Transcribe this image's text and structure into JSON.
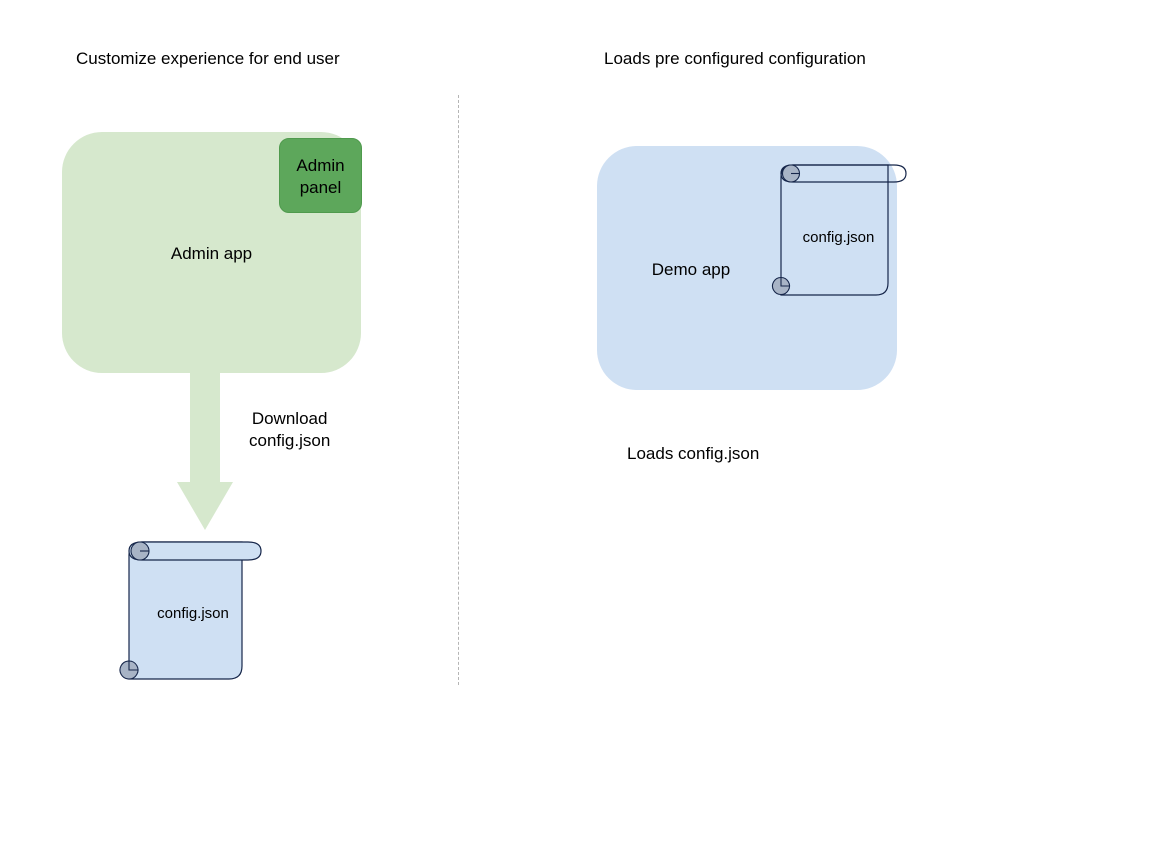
{
  "diagram": {
    "title_left": "Customize experience for end user",
    "title_right": "Loads pre configured configuration",
    "colors": {
      "admin_app_fill": "#d6e8cd",
      "admin_panel_fill": "#5da75b",
      "demo_app_fill": "#cfe0f3",
      "scroll_fill": "#cfe0f3",
      "scroll_stroke": "#16264a",
      "scroll_curl_fill": "#a8b4c6",
      "arrow_fill": "#d6e8cd",
      "divider_stroke": "#b5b5b5",
      "text": "#000000"
    }
  },
  "left_panel": {
    "caption": "Customize experience for end user",
    "admin_app": {
      "label": "Admin app"
    },
    "admin_panel": {
      "label": "Admin\npanel"
    },
    "arrow": {
      "label": "Download\nconfig.json",
      "direction": "down"
    },
    "config_file": {
      "label": "config.json"
    }
  },
  "right_panel": {
    "caption": "Loads pre configured configuration",
    "demo_app": {
      "label": "Demo app"
    },
    "config_file": {
      "label": "config.json"
    },
    "footer_label": "Loads config.json"
  }
}
